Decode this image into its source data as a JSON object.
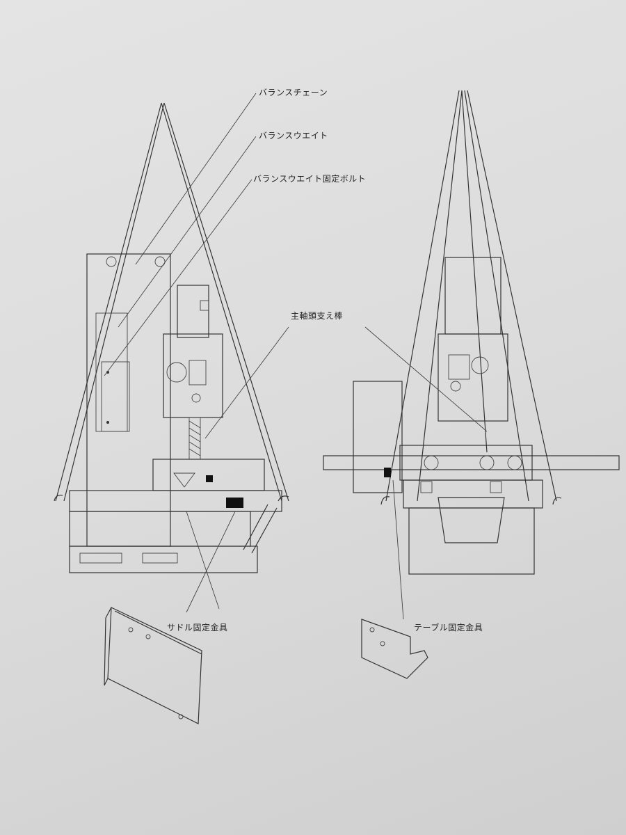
{
  "labels": {
    "balance_chain": "バランスチェーン",
    "balance_weight": "バランスウエイト",
    "balance_weight_bolt": "バランスウエイト固定ボルト",
    "spindle_head_support": "主軸頭支え棒",
    "saddle_bracket": "サドル固定金具",
    "table_bracket": "テーブル固定金具"
  }
}
